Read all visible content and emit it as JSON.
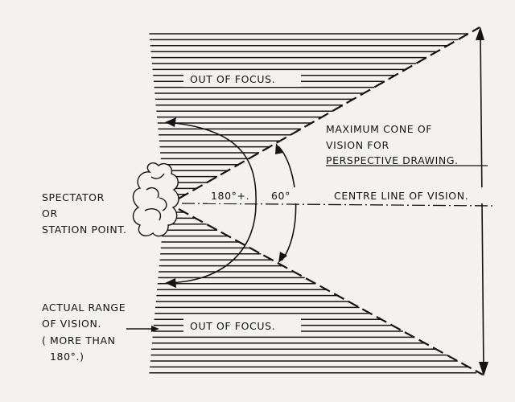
{
  "labels": {
    "out_of_focus_top": "OUT OF FOCUS.",
    "out_of_focus_bottom": "OUT OF FOCUS.",
    "max_cone_line1": "MAXIMUM CONE OF",
    "max_cone_line2": "VISION FOR",
    "max_cone_line3": "PERSPECTIVE DRAWING.",
    "angle_180": "180°+.",
    "angle_60": "60°",
    "centre_line": "CENTRE LINE OF VISION.",
    "spectator_line1": "SPECTATOR",
    "spectator_line2": "OR",
    "spectator_line3": "STATION POINT.",
    "range_line1": "ACTUAL RANGE",
    "range_line2": "OF VISION.",
    "range_line3": "( MORE THAN",
    "range_line4": "180°.)"
  },
  "colors": {
    "ink": "#141414",
    "paper": "#f3f2ee"
  }
}
